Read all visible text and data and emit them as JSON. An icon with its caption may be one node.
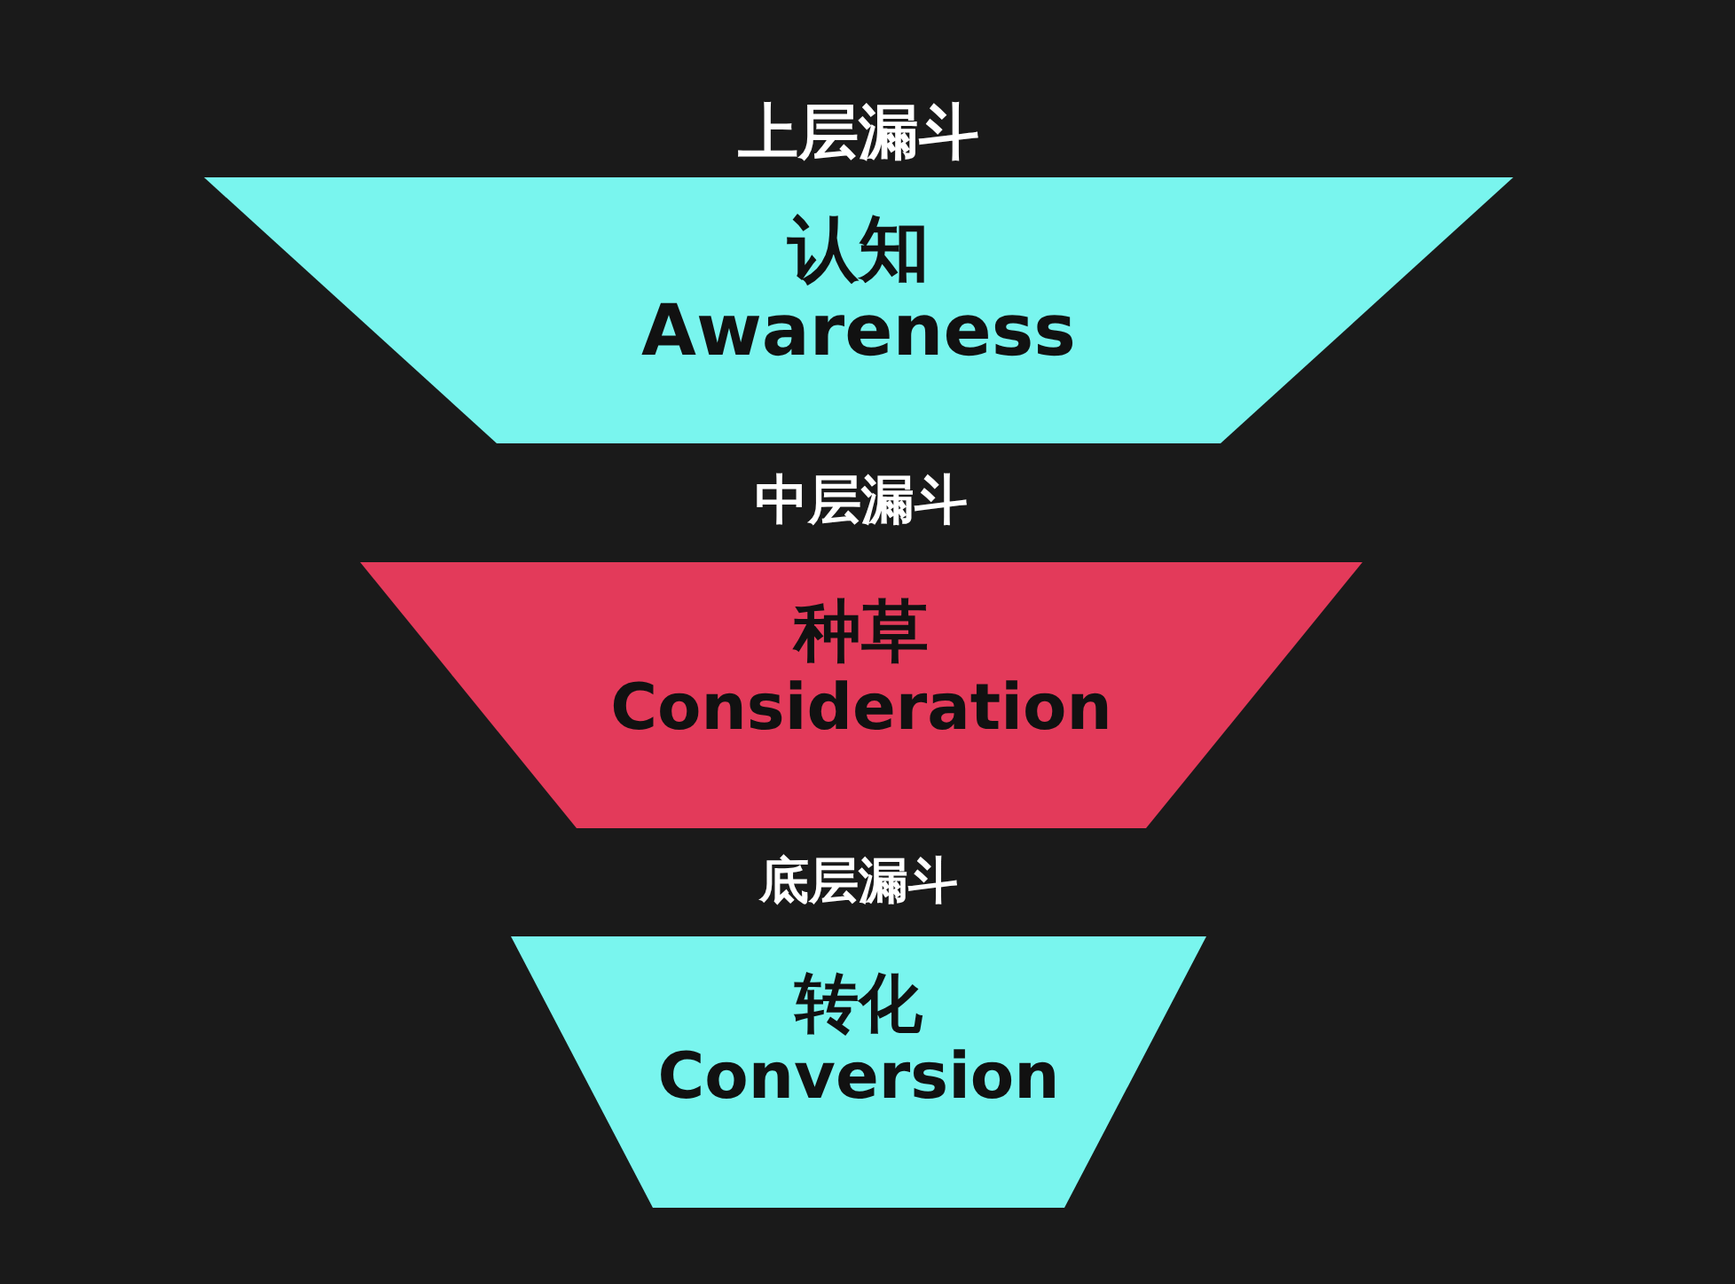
{
  "diagram": {
    "nodes": [
      {
        "text": [
          "上层漏斗",
          "认知",
          "Awareness"
        ]
      },
      {
        "text": [
          "中层漏斗",
          "种草",
          "Consideration"
        ]
      },
      {
        "text": [
          "底层漏斗",
          "转化",
          "Conversion"
        ]
      }
    ]
  }
}
